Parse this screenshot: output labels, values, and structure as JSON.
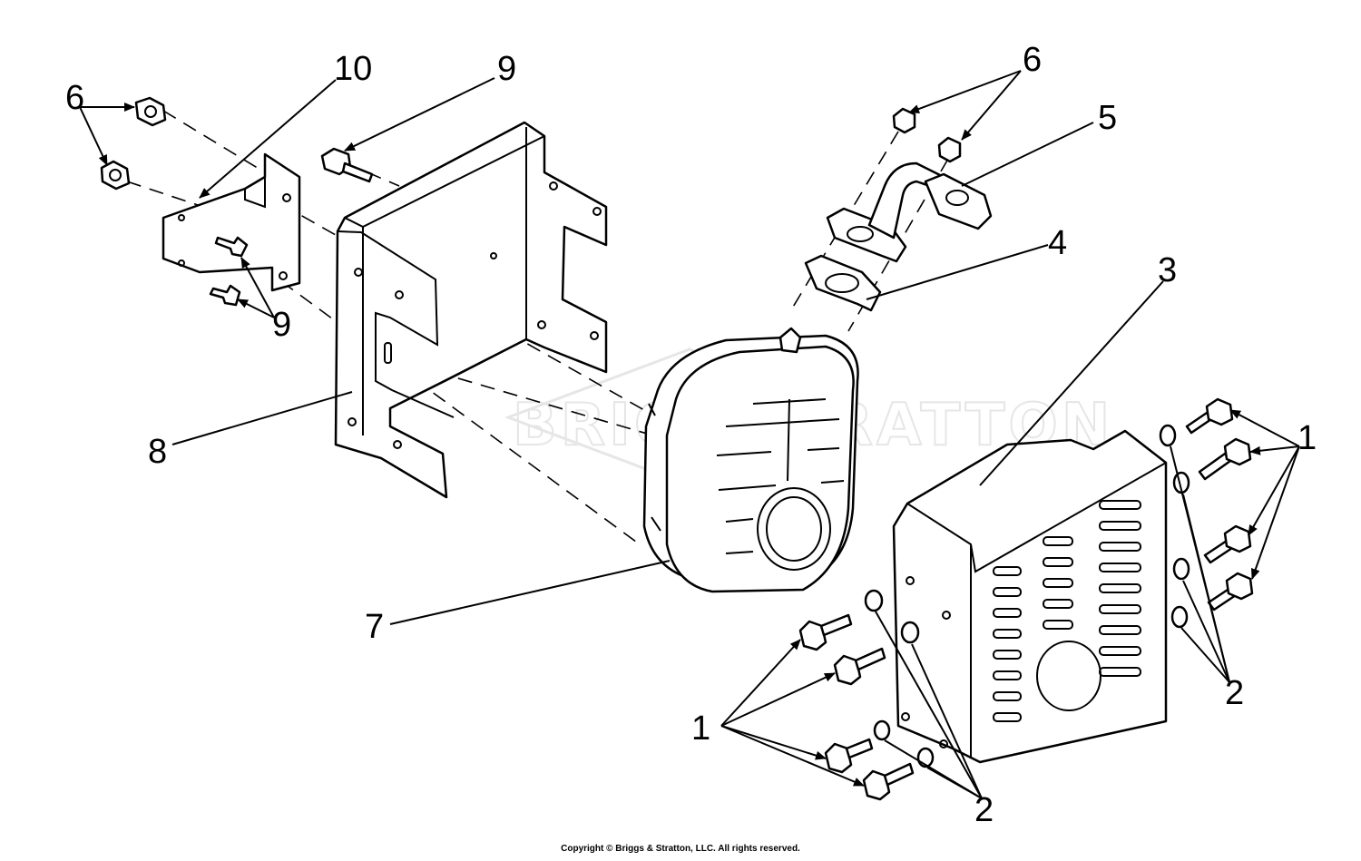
{
  "watermark": {
    "text_left": "BRIGGS",
    "text_amp": "&",
    "text_right": "STRATTON"
  },
  "callouts": {
    "c1_right": "1",
    "c1_left": "1",
    "c2_right": "2",
    "c2_bottom": "2",
    "c3": "3",
    "c4": "4",
    "c5": "5",
    "c6_right": "6",
    "c6_left": "6",
    "c7": "7",
    "c8": "8",
    "c9_top": "9",
    "c9_bracket": "9",
    "c10": "10"
  },
  "copyright": "Copyright © Briggs & Stratton, LLC. All rights reserved."
}
